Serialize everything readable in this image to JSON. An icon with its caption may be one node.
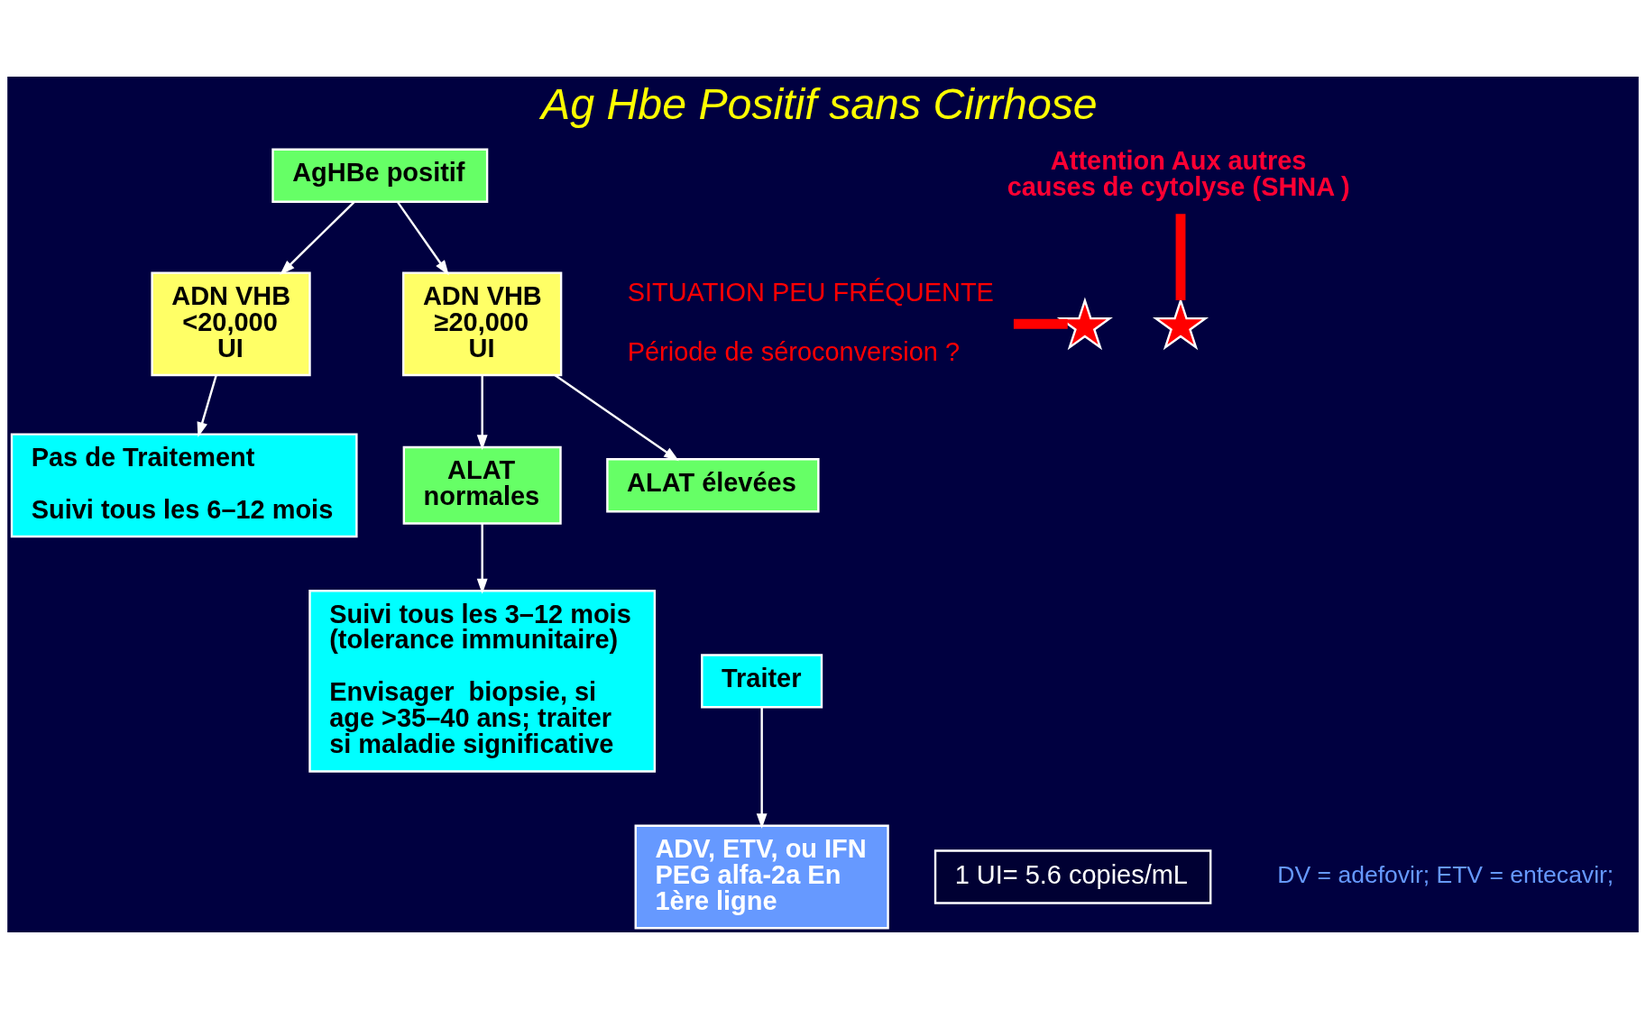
{
  "diagram": {
    "title": "Ag Hbe Positif sans Cirrhose",
    "nodes": [
      {
        "text": [
          "AgHBe positif"
        ]
      },
      {
        "text": [
          "ADN VHB <20,000 UI"
        ]
      },
      {
        "text": [],
        "shape": "star"
      },
      {
        "text": [
          "SITUATION PEU FRÉQUENTE",
          "Période de séroconversion ?"
        ]
      },
      {
        "text": [
          "ADN VHB ≥20,000 UI"
        ]
      },
      {
        "text": [
          "Attention Aux autres causes de cytolyse (SHNA )"
        ]
      },
      {
        "text": [
          "Pas de Traitement",
          "Suivi tous les 6–12 mois"
        ]
      },
      {
        "text": [
          "ALAT normales"
        ]
      },
      {
        "text": [],
        "shape": "star"
      },
      {
        "text": [
          "ALAT élevées"
        ]
      },
      {
        "text": [
          "Suivi tous les 3–12 mois (tolerance immunitaire)",
          "Envisager  biopsie, si age >35–40 ans; traiter si maladie significative"
        ]
      },
      {
        "text": [
          "Traiter"
        ]
      },
      {
        "text": [
          "ADV, ETV, ou IFN PEG alfa-2a En 1ère ligne"
        ]
      },
      {
        "text": [
          "1 UI= 5.6 copies/mL"
        ]
      }
    ],
    "edges": [
      {
        "from": 0,
        "to": 1,
        "arrow": "to"
      },
      {
        "from": 0,
        "to": 4,
        "arrow": "to"
      },
      {
        "from": 3,
        "to": 2,
        "arrow": "none",
        "style": "thick",
        "color": "#ff0000"
      },
      {
        "from": 1,
        "to": 6,
        "arrow": "to"
      },
      {
        "from": 4,
        "to": 7,
        "arrow": "to"
      },
      {
        "from": 4,
        "to": 9,
        "arrow": "to"
      },
      {
        "from": 5,
        "to": 8,
        "arrow": "none",
        "style": "thick",
        "color": "#ff0000"
      },
      {
        "from": 7,
        "to": 10,
        "arrow": "to"
      },
      {
        "from": 11,
        "to": 12,
        "arrow": "to"
      }
    ],
    "labels": [
      "DV = adefovir; ETV = entecavir;"
    ]
  }
}
